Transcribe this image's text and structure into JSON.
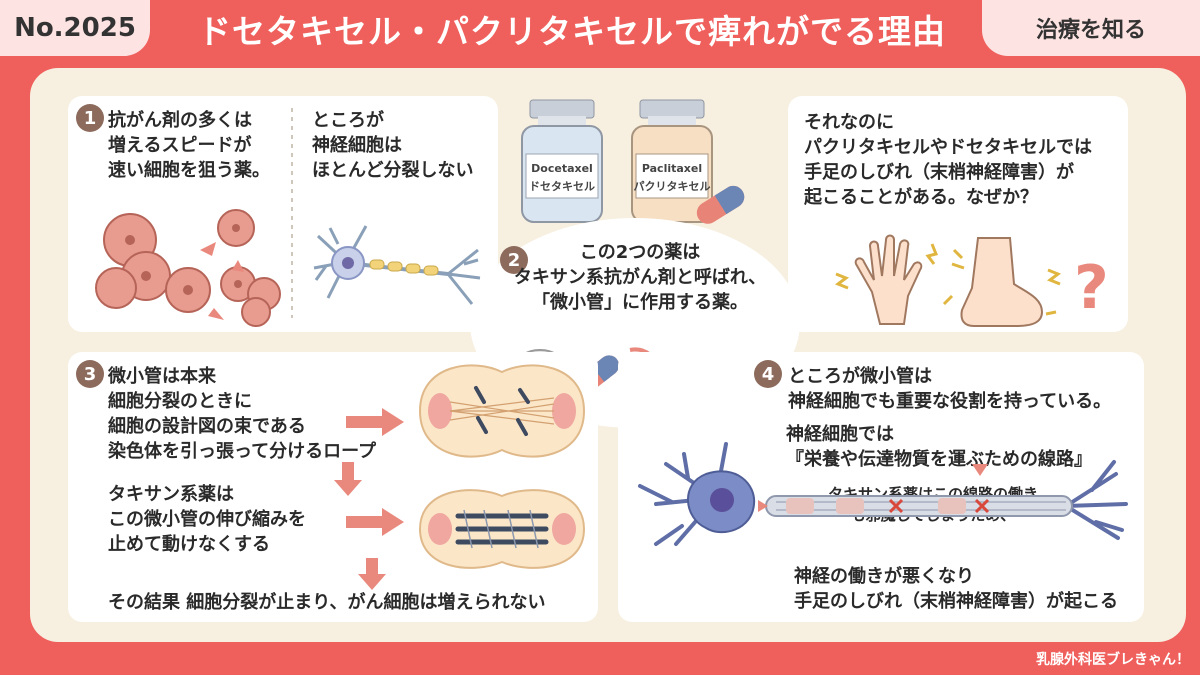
{
  "header": {
    "number": "No.2025",
    "title": "ドセタキセル・パクリタキセルで痺れがでる理由",
    "category": "治療を知る"
  },
  "panel1": {
    "badge": "1",
    "left_text": "抗がん剤の多くは\n増えるスピードが\n速い細胞を狙う薬。",
    "right_text": "ところが\n神経細胞は\nほとんど分裂しない"
  },
  "vials": {
    "docetaxel_en": "Docetaxel",
    "docetaxel_jp": "ドセタキセル",
    "paclitaxel_en": "Paclitaxel",
    "paclitaxel_jp": "パクリタキセル"
  },
  "panel_top_right": {
    "text": "それなのに\nパクリタキセルやドセタキセルでは\n手足のしびれ（末梢神経障害）が\n起こることがある。なぜか？"
  },
  "panel2": {
    "badge": "2",
    "text": "この2つの薬は\nタキサン系抗がん剤と呼ばれ、\n「微小管」に作用する薬。"
  },
  "panel3": {
    "badge": "3",
    "text1": "微小管は本来\n細胞分裂のときに\n細胞の設計図の束である\n染色体を引っ張って分けるロープ",
    "text2": "タキサン系薬は\nこの微小管の伸び縮みを\n止めて動けなくする",
    "text3": "その結果 細胞分裂が止まり、がん細胞は増えられない"
  },
  "panel4": {
    "badge": "4",
    "text1": "ところが微小管は\n神経細胞でも重要な役割を持っている。",
    "text2": "神経細胞では\n『栄養や伝達物質を運ぶための線路』",
    "text3": "タキサン系薬はこの線路の働き\nも邪魔してしまうため、",
    "text4": "神経の働きが悪くなり\n手足のしびれ（末梢神経障害）が起こる"
  },
  "footer": {
    "credit": "乳腺外科医ブレきゃん！"
  },
  "colors": {
    "background": "#ef5f5c",
    "board": "#f7efe0",
    "badge": "#8c6b5c",
    "arrow": "#e9897d"
  }
}
